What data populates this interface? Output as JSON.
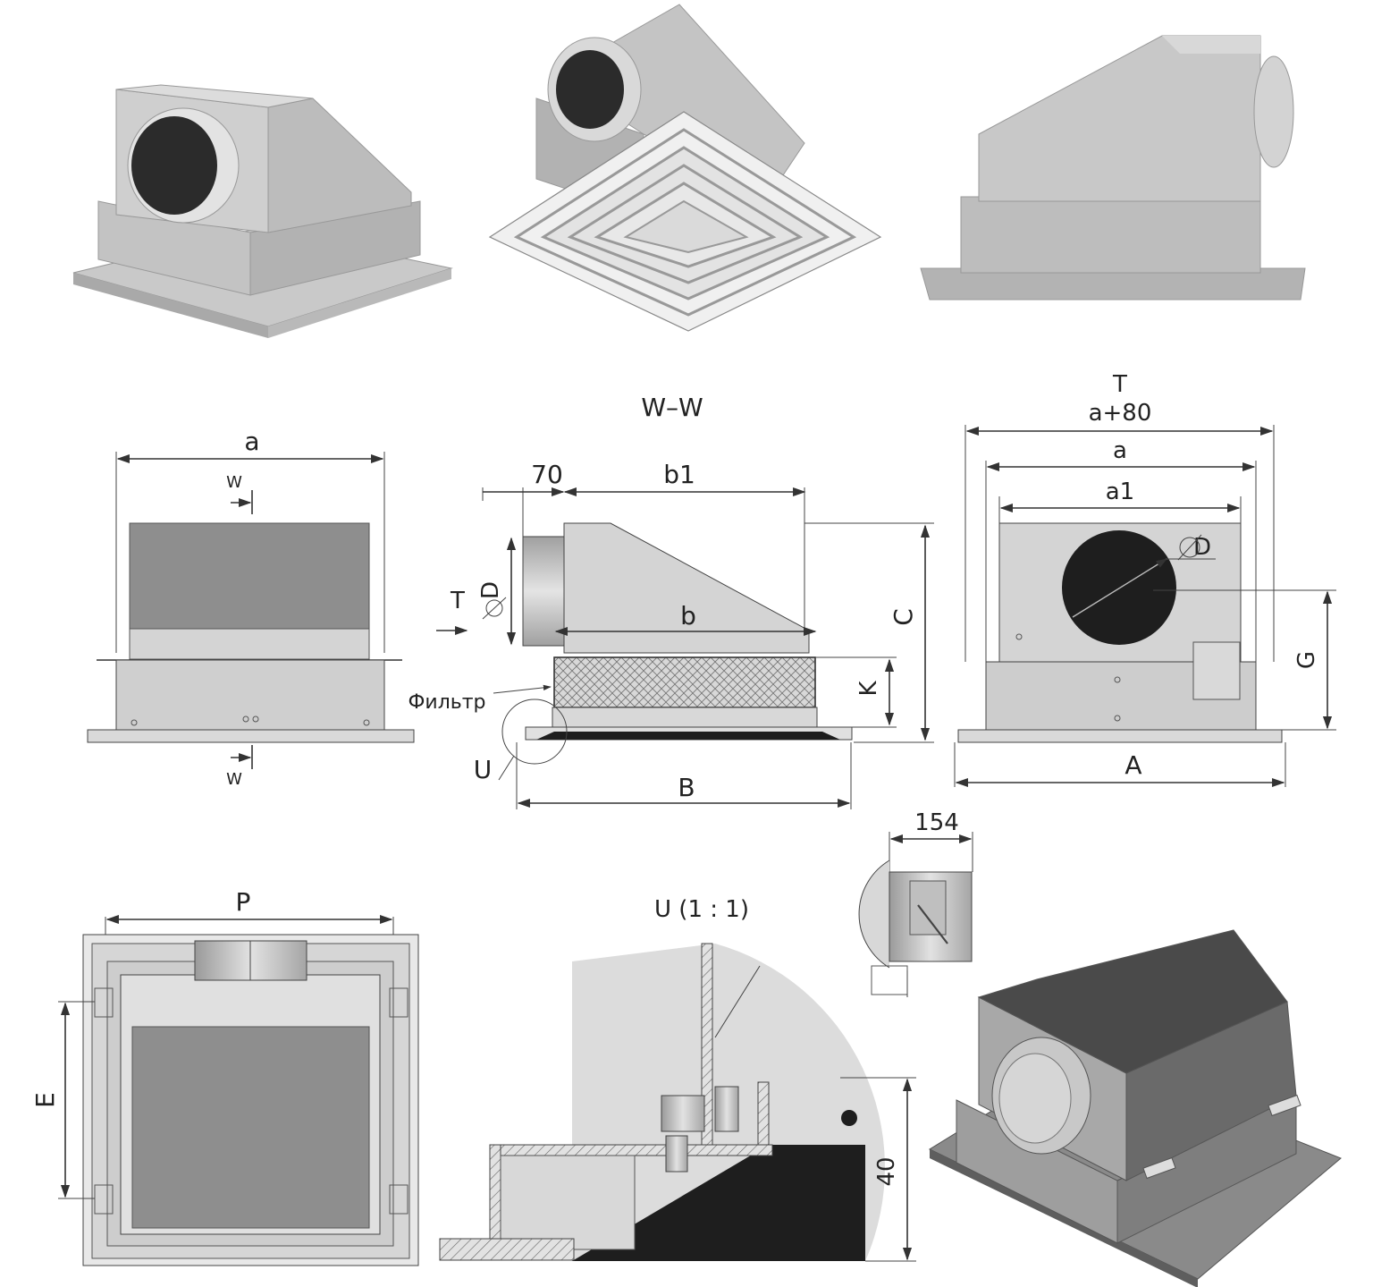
{
  "colors": {
    "body_light": "#d2d2d2",
    "body_mid": "#b4b4b4",
    "body_dark": "#8e8e8e",
    "filter_dark": "#6e6e6e",
    "black": "#1e1e1e",
    "line": "#333333"
  },
  "labels": {
    "section_ww": "W–W",
    "dim_a": "a",
    "cut_w_top": "W",
    "cut_w_bottom": "W",
    "dim_70": "70",
    "dim_b1": "b1",
    "dim_D_side": "D",
    "arrow_T": "T",
    "dim_b": "b",
    "dim_C": "C",
    "dim_K": "K",
    "filter": "Фильтр",
    "detail_U_mark": "U",
    "dim_B": "B",
    "right_T": "T",
    "dim_a80": "a+80",
    "dim_a_right": "a",
    "dim_a1": "a1",
    "dim_D_front": "D",
    "dim_G": "G",
    "dim_A": "A",
    "dim_154": "154",
    "dim_P": "P",
    "dim_E": "E",
    "detail_U_title": "U (1 : 1)",
    "dim_40": "40"
  }
}
